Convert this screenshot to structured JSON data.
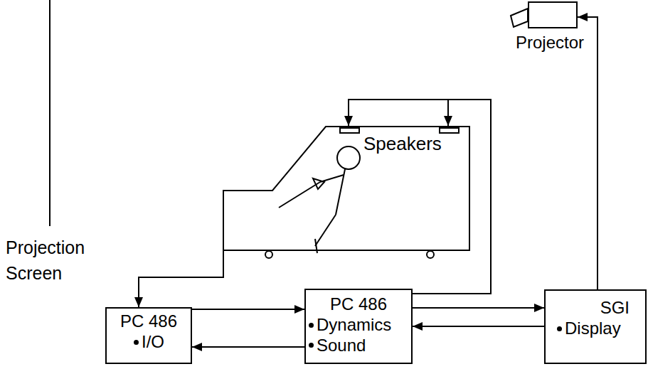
{
  "diagram": {
    "nodes": [
      {
        "text": [
          "Projector"
        ]
      },
      {
        "text": [
          "Speakers"
        ]
      },
      {
        "text": [
          "PC 486",
          "I/O"
        ]
      },
      {
        "text": [
          "PC 486",
          "Dynamics",
          "Sound"
        ]
      },
      {
        "text": [
          "SGI",
          "Display"
        ]
      }
    ],
    "edges": [
      {
        "from": 1,
        "to": 2,
        "arrow": "to"
      },
      {
        "from": 2,
        "to": 3,
        "arrow": "to"
      },
      {
        "from": 3,
        "to": 2,
        "arrow": "to"
      },
      {
        "from": 3,
        "to": 4,
        "arrow": "to"
      },
      {
        "from": 4,
        "to": 3,
        "arrow": "to"
      },
      {
        "from": 3,
        "to": 1,
        "arrow": "to"
      },
      {
        "from": 4,
        "to": 0,
        "arrow": "to"
      }
    ],
    "labels": [
      "Projection Screen"
    ]
  }
}
